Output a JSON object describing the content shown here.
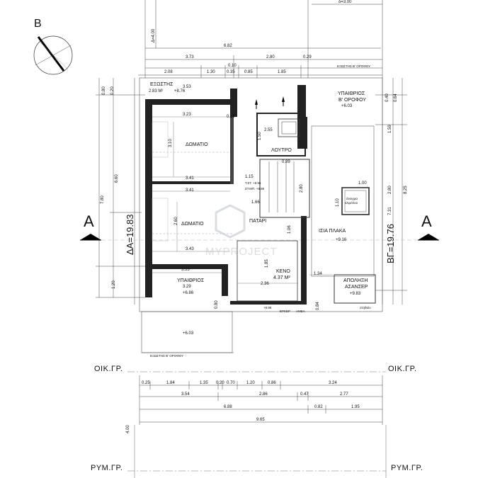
{
  "north_letter": "B",
  "section_marker": "A",
  "dims": {
    "top_b": "δ=3.00",
    "top_delta": "Δ=4.00",
    "d682": "6.82",
    "d373": "3.73",
    "d280": "2.80",
    "d029": "0.29",
    "d010": "0.10",
    "d208": "2.08",
    "d130": "1.30",
    "d035": "0.35",
    "d085": "0.85",
    "d185": "1.85",
    "d353": "3.53",
    "d323": "3.23",
    "d015": "0.15",
    "d255": "2.55",
    "d310": "3.10",
    "d150": "1.50",
    "d341a": "3.41",
    "d341b": "3.41",
    "d115": "1.15",
    "d089": "0.89",
    "d166": "1.66",
    "d280b": "2.80",
    "d110": "1.10",
    "d100": "1.00",
    "d260": "2.60",
    "d106": "1.06",
    "d343": "3.43",
    "d185b": "1.85",
    "d134": "1.34",
    "d353b": "3.53",
    "d236": "2.36",
    "d080": "0.80",
    "d084": "0.84",
    "left_780": "7.80",
    "left_660": "6.60",
    "left_120": "1.20",
    "right_825": "8.25",
    "right_731": "7.31",
    "right_280": "2.80",
    "right_159": "1.59",
    "bot_025": "0.25",
    "bot_184": "1.84",
    "bot_135": "1.35",
    "bot_020": "0.20",
    "bot_070": "0.70",
    "bot_120": "1.20",
    "bot_086": "0.86",
    "bot_324": "3.24",
    "bot_354": "3.54",
    "bot_286": "2.86",
    "bot_047": "0.47",
    "bot_277": "2.77",
    "bot_688": "6.88",
    "bot_082": "0.82",
    "bot_195": "1.95",
    "bot_965": "9.65",
    "bot_400": "4.00"
  },
  "side_labels": {
    "left": "ΔΑ=19.83",
    "right": "ΒΓ=19.76"
  },
  "rooms": {
    "balcony_top_left": "ΕΞΩΣΤΗΣ",
    "balcony_top_left_area": "2.83 Μ²",
    "balcony_top_left_level": "+8.76",
    "open_top_right": "ΥΠΑΙΘΡΙΟΣ",
    "open_top_right_2": "Β' ΟΡΟΦΟΥ",
    "open_top_right_level": "+6.03",
    "room1": "ΔΩΜΑΤΙΟ",
    "room2": "ΔΩΜΑΤΙΟ",
    "bath": "ΛΟΥΤΡΟ",
    "landing": "ΠΑΤΑΡΙ",
    "void": "ΚΕΝΟ",
    "void_area": "4.37 Μ²",
    "flat_slab": "ΙΣΙΑ ΠΛΑΚΑ",
    "flat_slab_level": "+9.16",
    "lift": "ΑΠΟΛΗΞΗ",
    "lift_2": "ΑΣΑΝΣΕΡ",
    "lift_level": "+9.83",
    "lift_note": "στηθαίο",
    "open_bottom": "ΥΠΑΙΘΡΙΟΣ",
    "open_bottom_area": "3.29",
    "open_bottom_level": "+6.86",
    "balcony_caption_top": "ΕΞΩΣΤΗΣ Β' ΟΡΟΦΟΥ",
    "balcony_caption_bottom": "ΕΞΩΣΤΗΣ Β' ΟΡΟΦΟΥ",
    "level_bottom_left": "+6.03",
    "level_stairs_1": "Τ.ΣΤ.  +8.96",
    "level_stairs_2": "ΣΤ.ΜΠ. +8.86",
    "level_erker": "+8.86",
    "erker": "ΕΡΚΕΡ",
    "amea": "ΑΜΕΑ",
    "opening": "άνοιγμα",
    "opening_2": "κλιμ/σίου"
  },
  "lines": {
    "building_line_left": "ΟΙΚ.ΓΡ.",
    "building_line_right": "ΟΙΚ.ΓΡ.",
    "street_line_left": "ΡΥΜ.ΓΡ.",
    "street_line_right": "ΡΥΜ.ΓΡ."
  },
  "watermark": {
    "line1": "MYPROJECT"
  }
}
